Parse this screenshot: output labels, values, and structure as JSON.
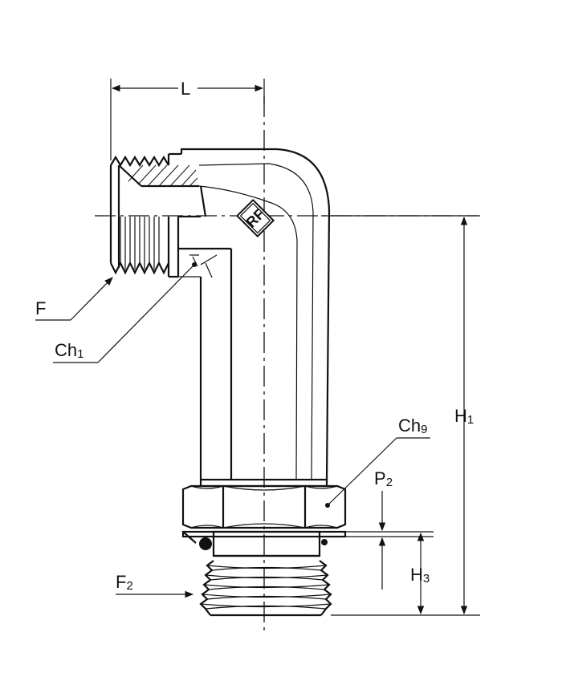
{
  "labels": {
    "L": "L",
    "F": "F",
    "Ch1": {
      "main": "Ch",
      "sub": "1"
    },
    "Ch9": {
      "main": "Ch",
      "sub": "9"
    },
    "H1": {
      "main": "H",
      "sub": "1"
    },
    "P2": {
      "main": "P",
      "sub": "2"
    },
    "H3": {
      "main": "H",
      "sub": "3"
    },
    "F2": {
      "main": "F",
      "sub": "2"
    }
  },
  "logo": "RF"
}
